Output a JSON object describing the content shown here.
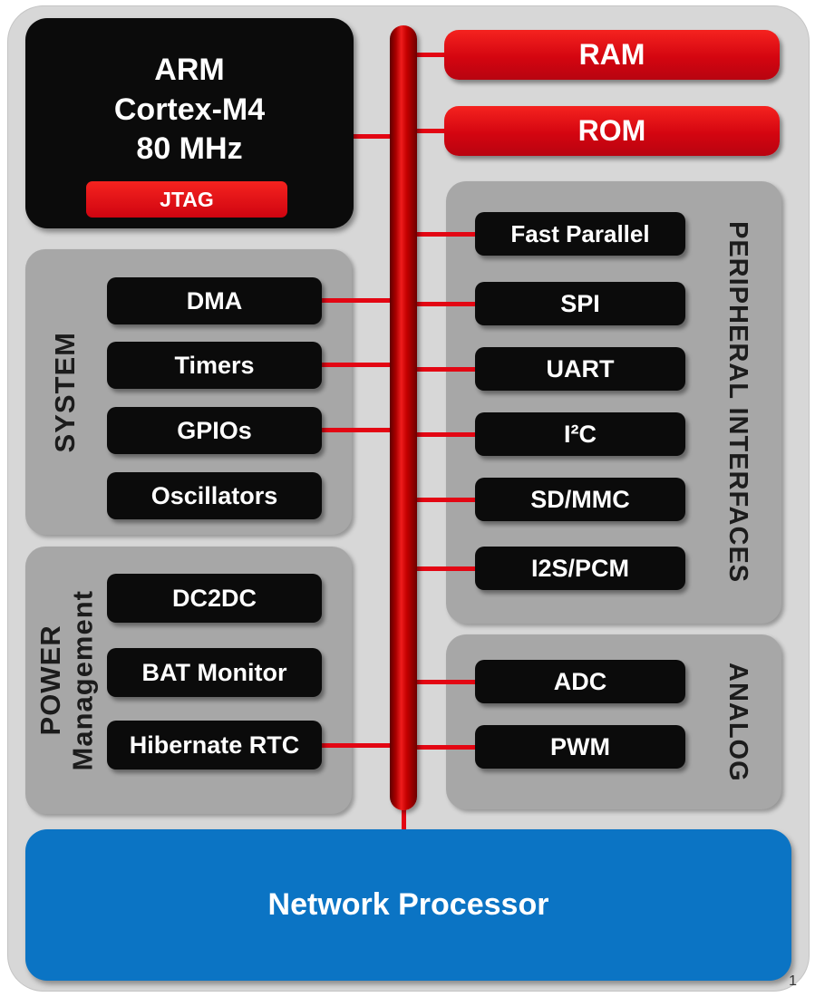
{
  "page_number": "1",
  "colors": {
    "background": "#d7d7d7",
    "group": "#a7a7a7",
    "block": "#0b0b0b",
    "red": "#e30613",
    "bus_dark": "#7a0000",
    "bus_bright": "#ef1c1c",
    "blue": "#0b74c4",
    "text_light": "#ffffff",
    "label_dark": "#1c1c1c"
  },
  "cpu": {
    "line1": "ARM",
    "line2": "Cortex-M4",
    "line3": "80 MHz",
    "jtag_label": "JTAG"
  },
  "memory": {
    "ram": "RAM",
    "rom": "ROM"
  },
  "system": {
    "label": "SYSTEM",
    "items": [
      "DMA",
      "Timers",
      "GPIOs",
      "Oscillators"
    ]
  },
  "power": {
    "label": "POWER\nManagement",
    "items": [
      "DC2DC",
      "BAT Monitor",
      "Hibernate RTC"
    ]
  },
  "peripherals": {
    "label": "PERIPHERAL INTERFACES",
    "items": [
      "Fast Parallel",
      "SPI",
      "UART",
      "I²C",
      "SD/MMC",
      "I2S/PCM"
    ]
  },
  "analog": {
    "label": "ANALOG",
    "items": [
      "ADC",
      "PWM"
    ]
  },
  "network": {
    "label": "Network Processor"
  }
}
